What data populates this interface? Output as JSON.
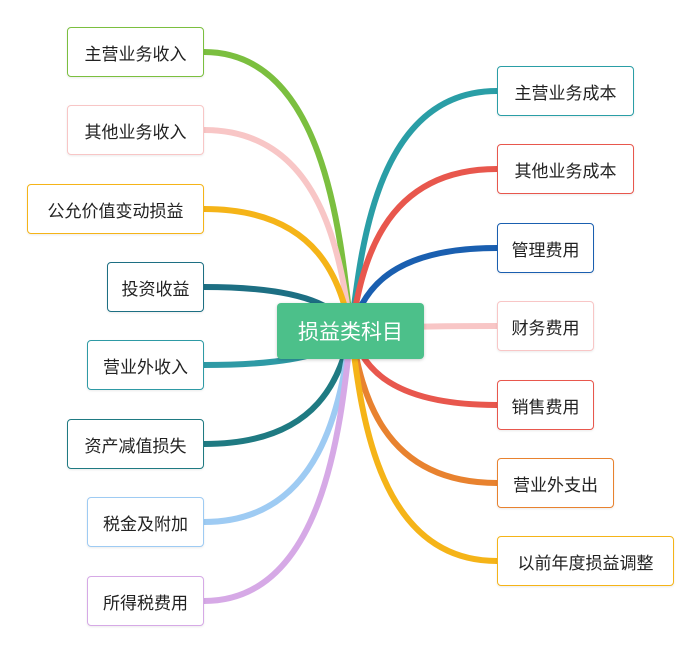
{
  "center": {
    "label": "损益类科目",
    "color": "#4cc08a"
  },
  "left": [
    {
      "label": "主营业务收入",
      "color": "#7bbf3f"
    },
    {
      "label": "其他业务收入",
      "color": "#f8c6c6"
    },
    {
      "label": "公允价值变动损益",
      "color": "#f5b418"
    },
    {
      "label": "投资收益",
      "color": "#1d6f83"
    },
    {
      "label": "营业外收入",
      "color": "#2e9aa5"
    },
    {
      "label": "资产减值损失",
      "color": "#1f7a82"
    },
    {
      "label": "税金及附加",
      "color": "#9ecbf3"
    },
    {
      "label": "所得税费用",
      "color": "#d6a9e6"
    }
  ],
  "right": [
    {
      "label": "主营业务成本",
      "color": "#2a9ea6"
    },
    {
      "label": "其他业务成本",
      "color": "#e8574d"
    },
    {
      "label": "管理费用",
      "color": "#1a5fb0"
    },
    {
      "label": "财务费用",
      "color": "#f8c6c6"
    },
    {
      "label": "销售费用",
      "color": "#e8574d"
    },
    {
      "label": "营业外支出",
      "color": "#e8822f"
    },
    {
      "label": "以前年度损益调整",
      "color": "#f5b418"
    }
  ]
}
